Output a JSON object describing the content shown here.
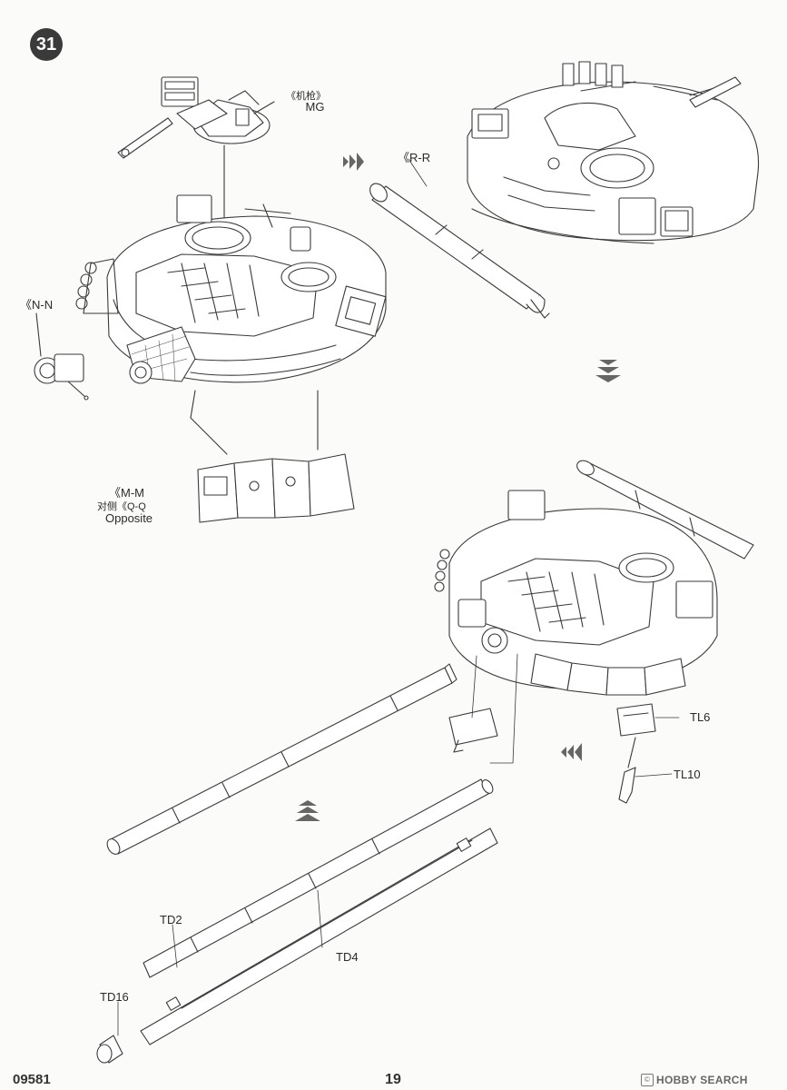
{
  "page": {
    "step_number": "31",
    "product_code": "09581",
    "page_number": "19"
  },
  "labels": {
    "mg_cn": "《机枪》",
    "mg_en": "MG",
    "rr": "《R-R",
    "nn": "《N-N",
    "mm": "《M-M",
    "qq": "对侧《Q-Q",
    "opposite": "Opposite",
    "tl6": "TL6",
    "tl10": "TL10",
    "td2": "TD2",
    "td4": "TD4",
    "td16": "TD16"
  },
  "watermark": {
    "brand": "HOBBY SEARCH",
    "badge_icon": "copyright-badge-icon"
  },
  "colors": {
    "line": "#3a3a3a",
    "fill": "#ffffff",
    "badge": "#3a3a3a",
    "arrow": "#555555"
  }
}
